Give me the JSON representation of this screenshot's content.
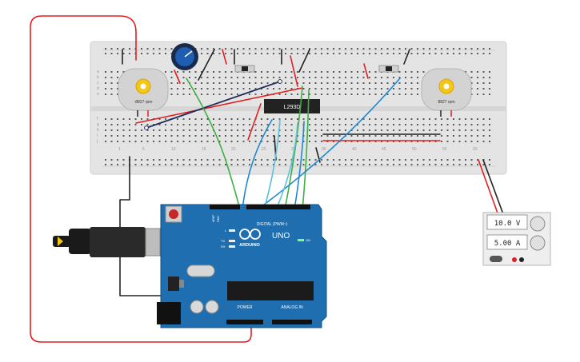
{
  "breadboard": {
    "row_letters_top": [
      "a",
      "b",
      "c",
      "d",
      "e"
    ],
    "row_letters_bottom": [
      "f",
      "g",
      "h",
      "i",
      "j"
    ],
    "col_numbers": [
      "1",
      "5",
      "10",
      "15",
      "20",
      "25",
      "30",
      "35",
      "40",
      "45",
      "50",
      "55",
      "60"
    ]
  },
  "motor_left": {
    "rpm_label": "-8827 rpm"
  },
  "motor_right": {
    "rpm_label": "8827 rpm"
  },
  "driver_chip": {
    "label": "L293D"
  },
  "arduino": {
    "model": "UNO",
    "brand": "ARDUINO",
    "digital_label": "DIGITAL (PWM~)",
    "analog_label": "ANALOG IN",
    "power_label": "POWER",
    "on_label": "ON",
    "tx_label": "TX",
    "rx_label": "RX",
    "l_label": "L",
    "aref_label": "AREF",
    "gnd_label": "GND"
  },
  "power_supply": {
    "voltage": "10.0 V",
    "current": "5.00 A"
  },
  "colors": {
    "red_wire": "#e02020",
    "black_wire": "#222222",
    "green_wire": "#3cb043",
    "blue_wire": "#1e88d0",
    "cyan_wire": "#5bc0de",
    "navy_wire": "#1f2f5a",
    "board": "#1f6fb0",
    "breadboard": "#e4e4e4"
  }
}
